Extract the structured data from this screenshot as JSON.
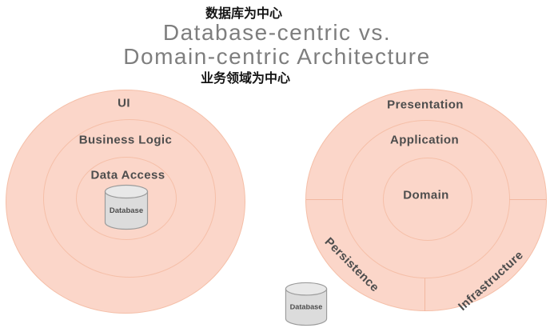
{
  "header": {
    "subtitle_top": "数据库为中心",
    "title_line1": "Database-centric vs.",
    "title_line2": "Domain-centric Architecture",
    "subtitle_bottom": "业务领域为中心"
  },
  "left_diagram": {
    "name": "database-centric",
    "rings": [
      {
        "label": "UI"
      },
      {
        "label": "Business Logic"
      },
      {
        "label": "Data Access"
      }
    ],
    "database_label": "Database"
  },
  "right_diagram": {
    "name": "domain-centric",
    "rings": [
      {
        "label": "Presentation"
      },
      {
        "label": "Application"
      },
      {
        "label": "Domain"
      }
    ],
    "sectors": [
      {
        "label": "Persistence"
      },
      {
        "label": "Infrastructure"
      }
    ],
    "database_label": "Database"
  },
  "colors": {
    "circle_fill": "#fbd6c9",
    "circle_stroke": "#f5bfa8",
    "divider_color": "#f2b8a0",
    "label_text": "#4d4d4d",
    "title_text": "#7e7e7e",
    "subtitle_text": "#141414",
    "cylinder_fill": "#dcdcdc",
    "cylinder_top_fill": "#e8e8e8",
    "cylinder_stroke": "#9b9b9b"
  }
}
